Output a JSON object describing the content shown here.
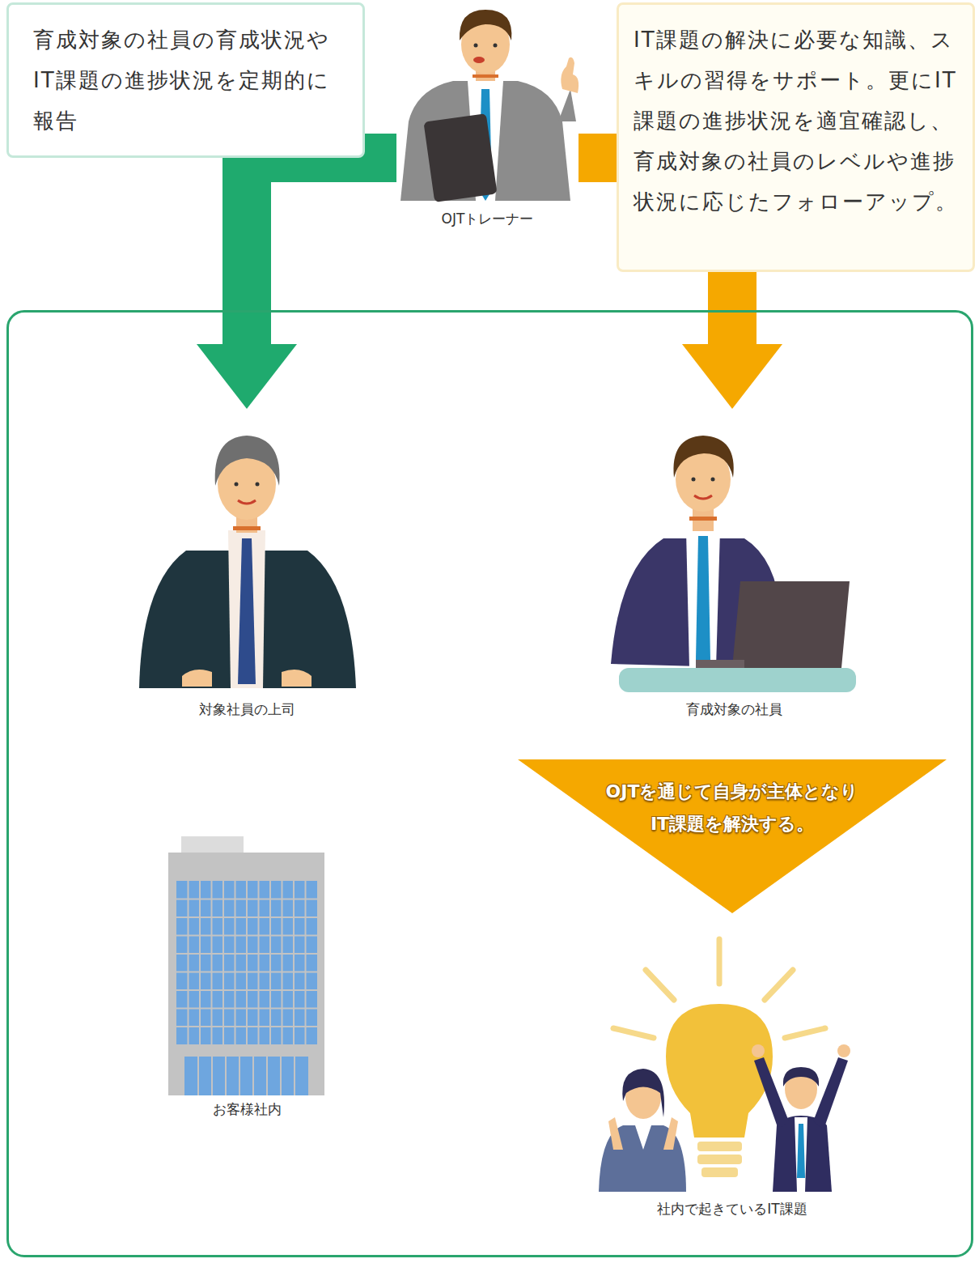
{
  "diagram": {
    "nodes": [
      {
        "text": [
          "育成対象の社員の育成状況やIT課題の進捗状況を定期的に報告"
        ]
      },
      {
        "text": [
          "OJTトレーナー"
        ]
      },
      {
        "text": [
          "IT課題の解決に必要な知識、スキルの習得をサポート。更にIT課題の進捗状況を適宜確認し、育成対象の社員のレベルや進捗状況に応じたフォローアップ。"
        ]
      },
      {
        "text": []
      },
      {
        "text": [
          "対象社員の上司"
        ],
        "in": 3
      },
      {
        "text": [
          "育成対象の社員"
        ],
        "in": 3
      },
      {
        "text": [
          "お客様社内"
        ],
        "in": 3
      },
      {
        "text": [
          "OJTを通じて自身が主体となり IT課題を解決する。"
        ],
        "in": 3
      },
      {
        "text": [
          "社内で起きているIT課題"
        ],
        "in": 3
      }
    ],
    "edges": [
      {
        "from": 1,
        "to": 4,
        "arrow": "to"
      },
      {
        "from": 1,
        "to": 5,
        "arrow": "to"
      }
    ]
  }
}
